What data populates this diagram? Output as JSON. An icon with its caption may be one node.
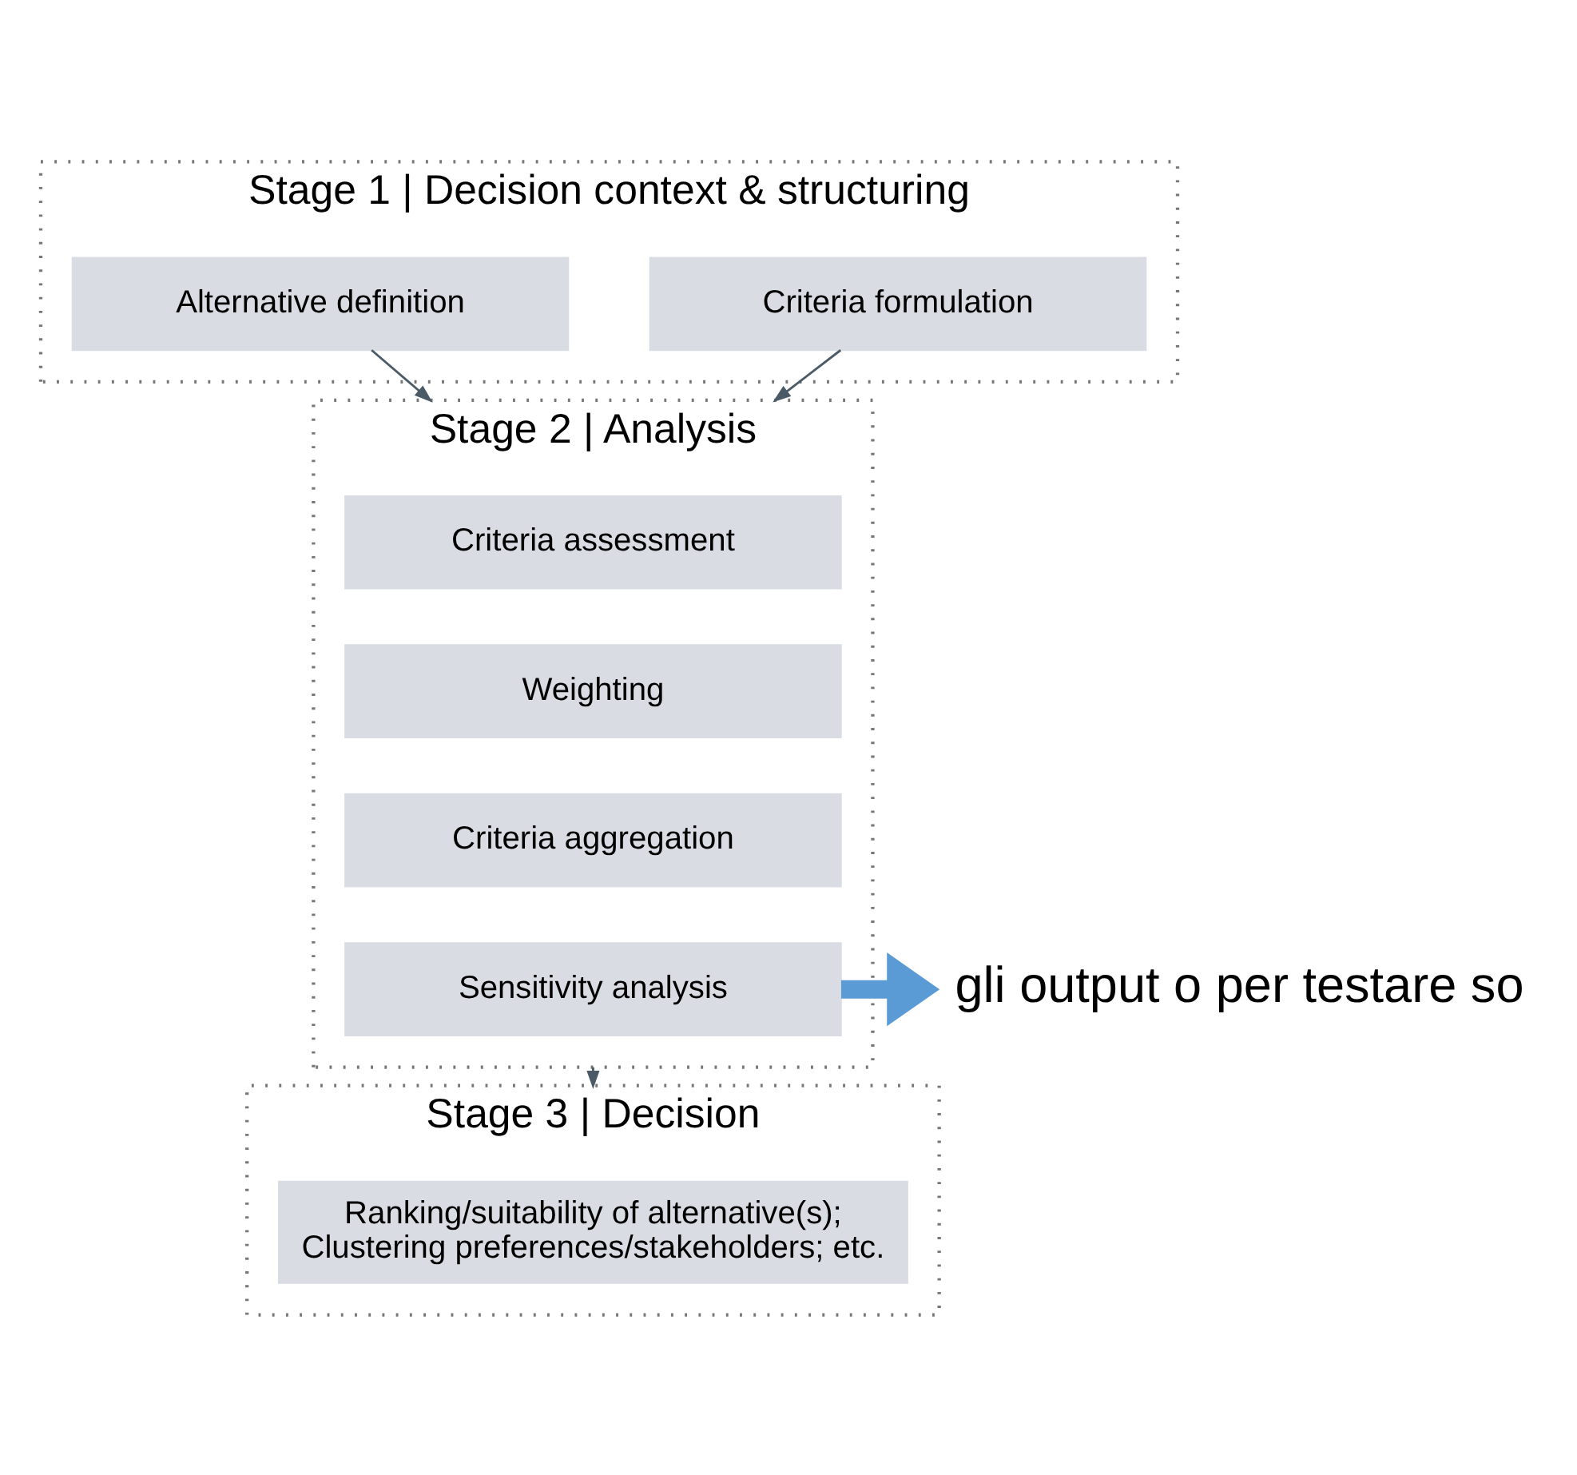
{
  "diagram": {
    "nodes": [
      {
        "text": [
          "Stage 1 | Decision context & structuring"
        ]
      },
      {
        "text": [
          "Criteria formulation"
        ],
        "in": 0
      },
      {
        "text": [
          "Alternative definition"
        ],
        "in": 0
      },
      {
        "text": [
          "Stage 2 | Analysis"
        ]
      },
      {
        "text": [
          "Criteria assessment"
        ],
        "in": 3
      },
      {
        "text": [
          "Weighting"
        ],
        "in": 3
      },
      {
        "text": [
          "Criteria aggregation"
        ],
        "in": 3
      },
      {
        "text": [
          "Sensitivity analysis"
        ],
        "in": 3
      },
      {
        "text": [
          "Stage 3 | Decision"
        ]
      },
      {
        "text": [
          "Ranking/suitability of alternative(s);",
          "Clustering preferences/stakeholders; etc."
        ],
        "in": 8
      },
      {
        "text": [
          "gli output o per testare so"
        ]
      }
    ],
    "edges": [
      {
        "from": 1,
        "to": 3,
        "arrow": "to"
      },
      {
        "from": 2,
        "to": 3,
        "arrow": "to"
      },
      {
        "from": 3,
        "to": 8,
        "arrow": "to"
      },
      {
        "from": 7,
        "to": 10,
        "arrow": "to",
        "style": "thick",
        "color": "#5b9bd5"
      }
    ]
  }
}
